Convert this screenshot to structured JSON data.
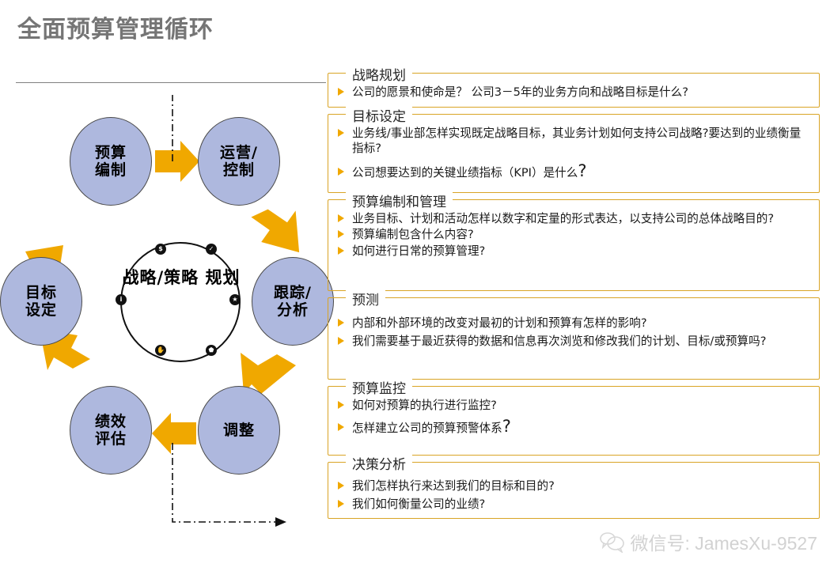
{
  "title": "全面预算管理循环",
  "cycle": {
    "center_label_line1": "战略/策略",
    "center_label_line2": "规划",
    "center_dots": [
      "$",
      "✓",
      "★",
      "⬟",
      "✋",
      "i"
    ],
    "nodes": [
      {
        "id": "budget",
        "line1": "预算",
        "line2": "编制"
      },
      {
        "id": "ops",
        "line1": "运营/",
        "line2": "控制"
      },
      {
        "id": "track",
        "line1": "跟踪/",
        "line2": "分析"
      },
      {
        "id": "adjust",
        "line1": "调整",
        "line2": ""
      },
      {
        "id": "perf",
        "line1": "绩效",
        "line2": "评估"
      },
      {
        "id": "goal",
        "line1": "目标",
        "line2": "设定"
      }
    ],
    "arrow_color": "#F0A800",
    "node_fill": "#AEB8DE",
    "node_border": "#4A4A4A"
  },
  "panels": [
    {
      "legend": "战略规划",
      "bullets": [
        {
          "text": "公司的愿景和使命是？  公司3－5年的业务方向和战略目标是什么?"
        }
      ]
    },
    {
      "legend": "目标设定",
      "bullets": [
        {
          "text": "业务线/事业部怎样实现既定战略目标，其业务计划如何支持公司战略?要达到的业绩衡量指标?"
        },
        {
          "text": "公司想要达到的关键业绩指标（KPI）是什么",
          "big_q": "?"
        }
      ]
    },
    {
      "legend": "预算编制和管理",
      "bullets": [
        {
          "text": "业务目标、计划和活动怎样以数字和定量的形式表达，以支持公司的总体战略目的?"
        },
        {
          "text": "预算编制包含什么内容?"
        },
        {
          "text": "如何进行日常的预算管理?"
        }
      ]
    },
    {
      "legend": "预测",
      "bullets": [
        {
          "text": "内部和外部环境的改变对最初的计划和预算有怎样的影响?"
        },
        {
          "text": "我们需要基于最近获得的数据和信息再次浏览和修改我们的计划、目标/或预算吗?"
        }
      ]
    },
    {
      "legend": "预算监控",
      "bullets": [
        {
          "text": "如何对预算的执行进行监控?"
        },
        {
          "text": "怎样建立公司的预算预警体系",
          "big_q": "?"
        }
      ]
    },
    {
      "legend": "决策分析",
      "bullets": [
        {
          "text": "我们怎样执行来达到我们的目标和目的?"
        },
        {
          "text": "我们如何衡量公司的业绩?"
        }
      ]
    }
  ],
  "watermark": {
    "text": "微信号: JamesXu-9527",
    "color": "#D2D2D2"
  },
  "accents": {
    "title_gray": "#757575",
    "panel_border": "#D9A425",
    "bullet_orange": "#F0A800"
  }
}
